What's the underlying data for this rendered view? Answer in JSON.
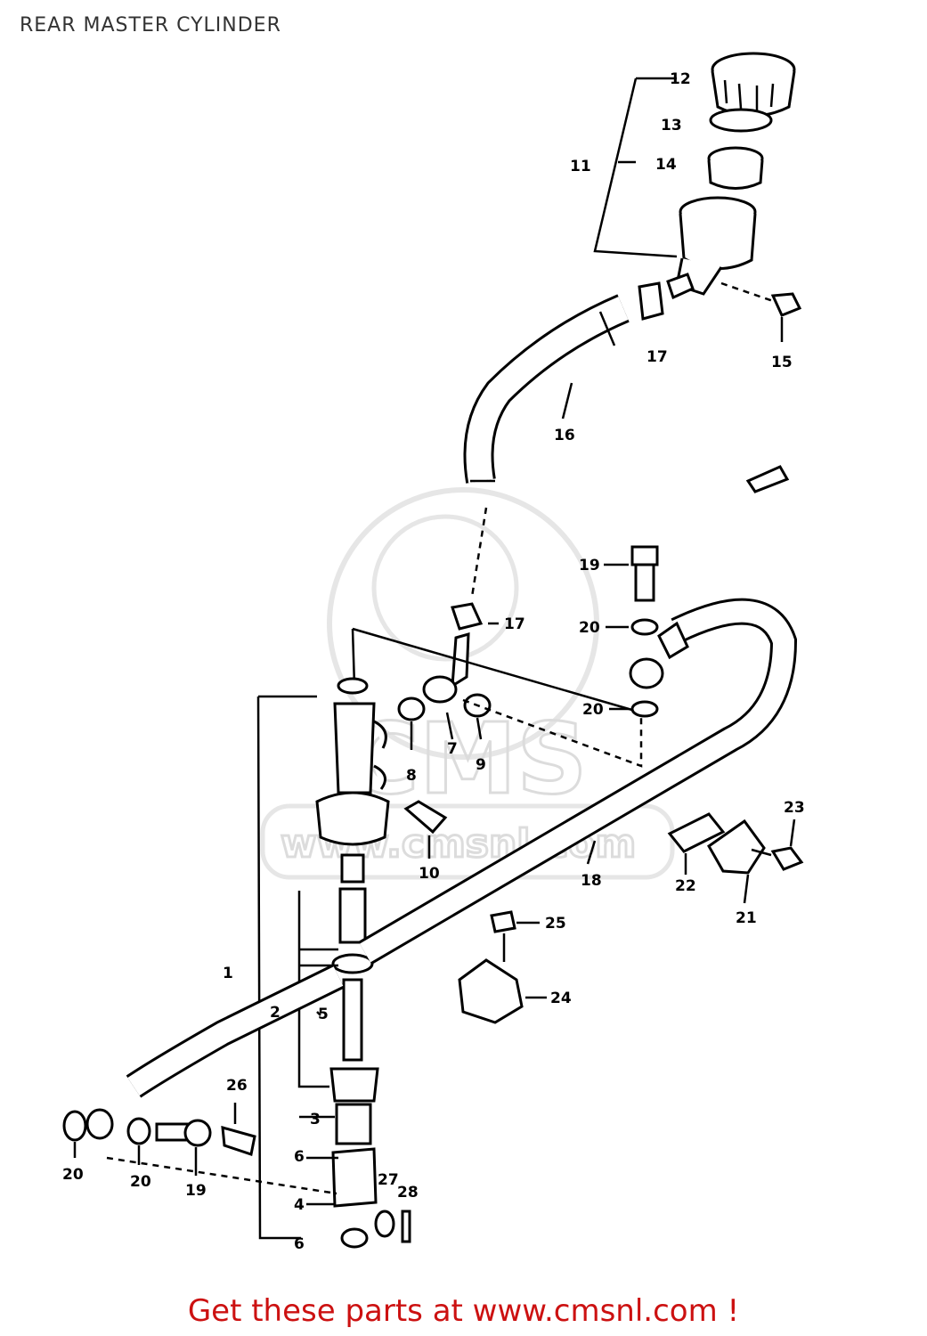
{
  "title": "REAR MASTER CYLINDER",
  "footer": "Get these parts at www.cmsnl.com !",
  "watermark": {
    "brand": "CMS",
    "url": "www.cmsnl.com"
  },
  "callouts": {
    "c1": "1",
    "c2": "2",
    "c3": "3",
    "c4": "4",
    "c5": "5",
    "c6a": "6",
    "c6b": "6",
    "c7": "7",
    "c8": "8",
    "c9": "9",
    "c10": "10",
    "c11": "11",
    "c12": "12",
    "c13": "13",
    "c14": "14",
    "c15": "15",
    "c16": "16",
    "c17a": "17",
    "c17b": "17",
    "c18": "18",
    "c19a": "19",
    "c19b": "19",
    "c20a": "20",
    "c20b": "20",
    "c20c": "20",
    "c20d": "20",
    "c21": "21",
    "c22": "22",
    "c23": "23",
    "c24": "24",
    "c25": "25",
    "c26": "26",
    "c27": "27",
    "c28": "28"
  },
  "colors": {
    "footer": "#cc1111",
    "lines": "#000000",
    "watermark": "#dcdcdc"
  }
}
